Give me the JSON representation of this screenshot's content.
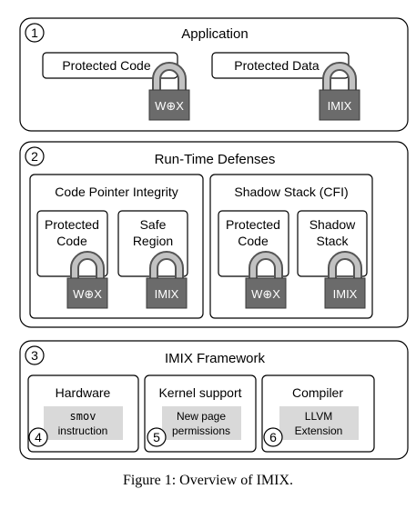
{
  "panels": {
    "application": {
      "number": "1",
      "title": "Application",
      "protected_code": "Protected Code",
      "protected_data": "Protected Data",
      "lock_code": "W⊕X",
      "lock_data": "IMIX"
    },
    "runtime": {
      "number": "2",
      "title": "Run-Time Defenses",
      "cpi": {
        "title": "Code Pointer Integrity",
        "box1_line1": "Protected",
        "box1_line2": "Code",
        "box2_line1": "Safe",
        "box2_line2": "Region",
        "lock1": "W⊕X",
        "lock2": "IMIX"
      },
      "shadow": {
        "title": "Shadow Stack (CFI)",
        "box1_line1": "Protected",
        "box1_line2": "Code",
        "box2_line1": "Shadow",
        "box2_line2": "Stack",
        "lock1": "W⊕X",
        "lock2": "IMIX"
      }
    },
    "framework": {
      "number": "3",
      "title": "IMIX Framework",
      "hardware": {
        "title": "Hardware",
        "line1": "smov",
        "line2": "instruction",
        "number": "4"
      },
      "kernel": {
        "title": "Kernel support",
        "line1": "New page",
        "line2": "permissions",
        "number": "5"
      },
      "compiler": {
        "title": "Compiler",
        "line1": "LLVM",
        "line2": "Extension",
        "number": "6"
      }
    }
  },
  "caption": "Figure 1: Overview of IMIX."
}
